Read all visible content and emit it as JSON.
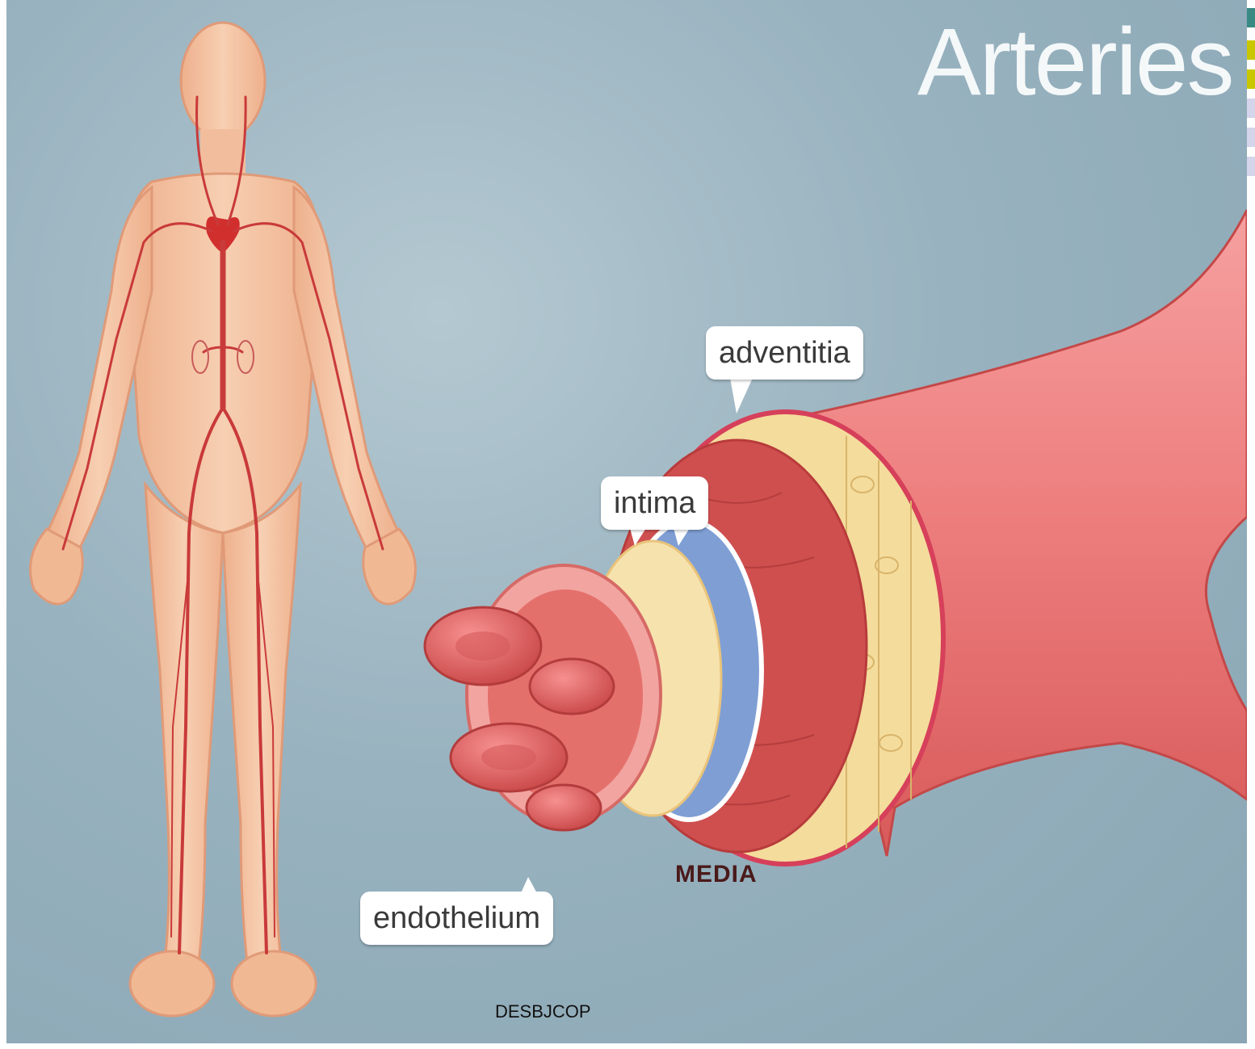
{
  "title": "Arteries",
  "labels": {
    "adventitia": "adventitia",
    "intima": "intima",
    "endothelium": "endothelium",
    "media": "MEDIA"
  },
  "watermark": "DESBJCOP",
  "colors": {
    "background": "#98b2bf",
    "skin": "#f2b892",
    "artery": "#c93a3a",
    "vessel_wall": "#e36a6a",
    "adventitia_layer": "#f4dc9c",
    "media_layer": "#cf4f4f",
    "elastic_band": "#7f9ed4",
    "callout_bg": "#ffffff",
    "title_text": "#f4f8f9"
  }
}
